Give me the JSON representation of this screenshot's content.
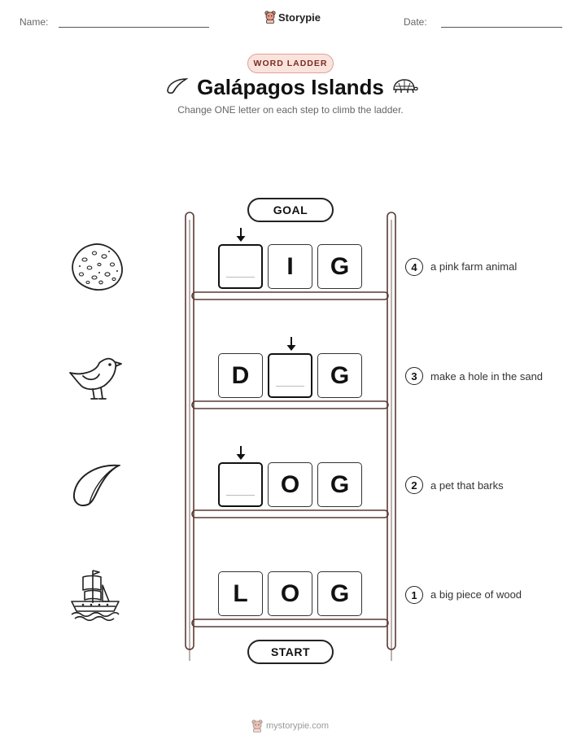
{
  "header": {
    "name_label": "Name:",
    "date_label": "Date:",
    "brand": "Storypie"
  },
  "badge": "WORD LADDER",
  "title": "Galápagos Islands",
  "subtitle": "Change ONE letter on each step to climb the ladder.",
  "goal_label": "GOAL",
  "start_label": "START",
  "rungs": [
    {
      "number": "4",
      "clue": "a pink farm animal",
      "letters": [
        "",
        "I",
        "G"
      ],
      "picture": "coral-rock-icon"
    },
    {
      "number": "3",
      "clue": "make a hole in the sand",
      "letters": [
        "D",
        "",
        "G"
      ],
      "picture": "bird-icon"
    },
    {
      "number": "2",
      "clue": "a pet that barks",
      "letters": [
        "",
        "O",
        "G"
      ],
      "picture": "tooth-icon"
    },
    {
      "number": "1",
      "clue": "a big piece of wood",
      "letters": [
        "L",
        "O",
        "G"
      ],
      "picture": "ship-icon"
    }
  ],
  "footer": "mystorypie.com",
  "colors": {
    "ladder": "#5a3a33",
    "badge_bg": "#fbe3dd",
    "badge_border": "#e0a196",
    "badge_text": "#7a2c20"
  }
}
